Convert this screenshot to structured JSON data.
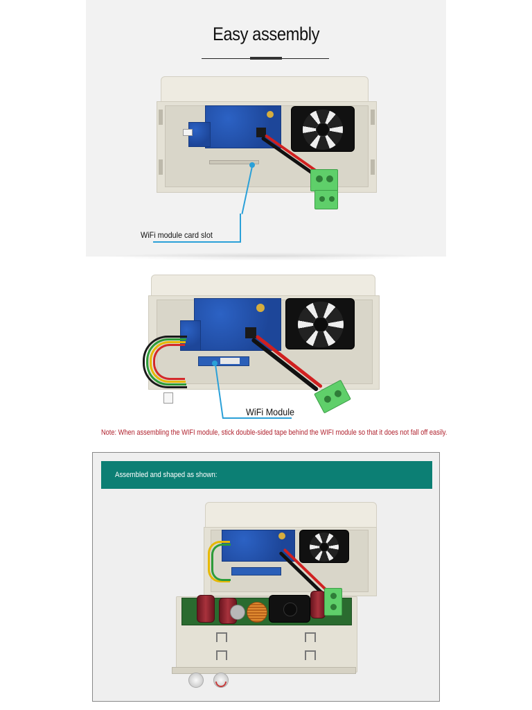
{
  "header": {
    "title": "Easy assembly"
  },
  "section1": {
    "callout_label": "WiFi module card slot"
  },
  "section2": {
    "callout_label": "WiFi Module",
    "note": "Note: When assembling the WIFI module, stick double-sided tape behind the WIFI module so that it does not fall off easily."
  },
  "section3": {
    "banner_text": "Assembled and shaped as shown:"
  },
  "colors": {
    "accent_teal": "#0c7f74",
    "callout_blue": "#2aa0d8",
    "note_red": "#b0222e"
  },
  "icons": {
    "fan": "cooling-fan-icon",
    "terminal": "green-terminal-block-icon"
  }
}
